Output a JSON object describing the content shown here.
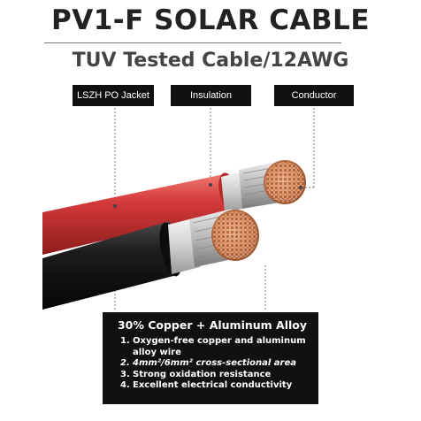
{
  "header": {
    "title": "PV1-F SOLAR CABLE",
    "subtitle": "TUV Tested Cable/12AWG"
  },
  "labels": {
    "jacket": "LSZH PO Jacket",
    "insulation": "Insulation",
    "conductor": "Conductor"
  },
  "colors": {
    "red_jacket": "#d43a3a",
    "black_jacket": "#1c1c1c",
    "insulation": "#d9d9d9",
    "copper": "#c9774a"
  },
  "info": {
    "title": "30% Copper + Aluminum Alloy",
    "items": [
      {
        "num": "1.",
        "text": "Oxygen-free copper and aluminum alloy wire"
      },
      {
        "num": "2.",
        "text": "4mm²/6mm² cross-sectional area"
      },
      {
        "num": "3.",
        "text": "Strong oxidation resistance"
      },
      {
        "num": "4.",
        "text": "Excellent electrical conductivity"
      }
    ]
  }
}
